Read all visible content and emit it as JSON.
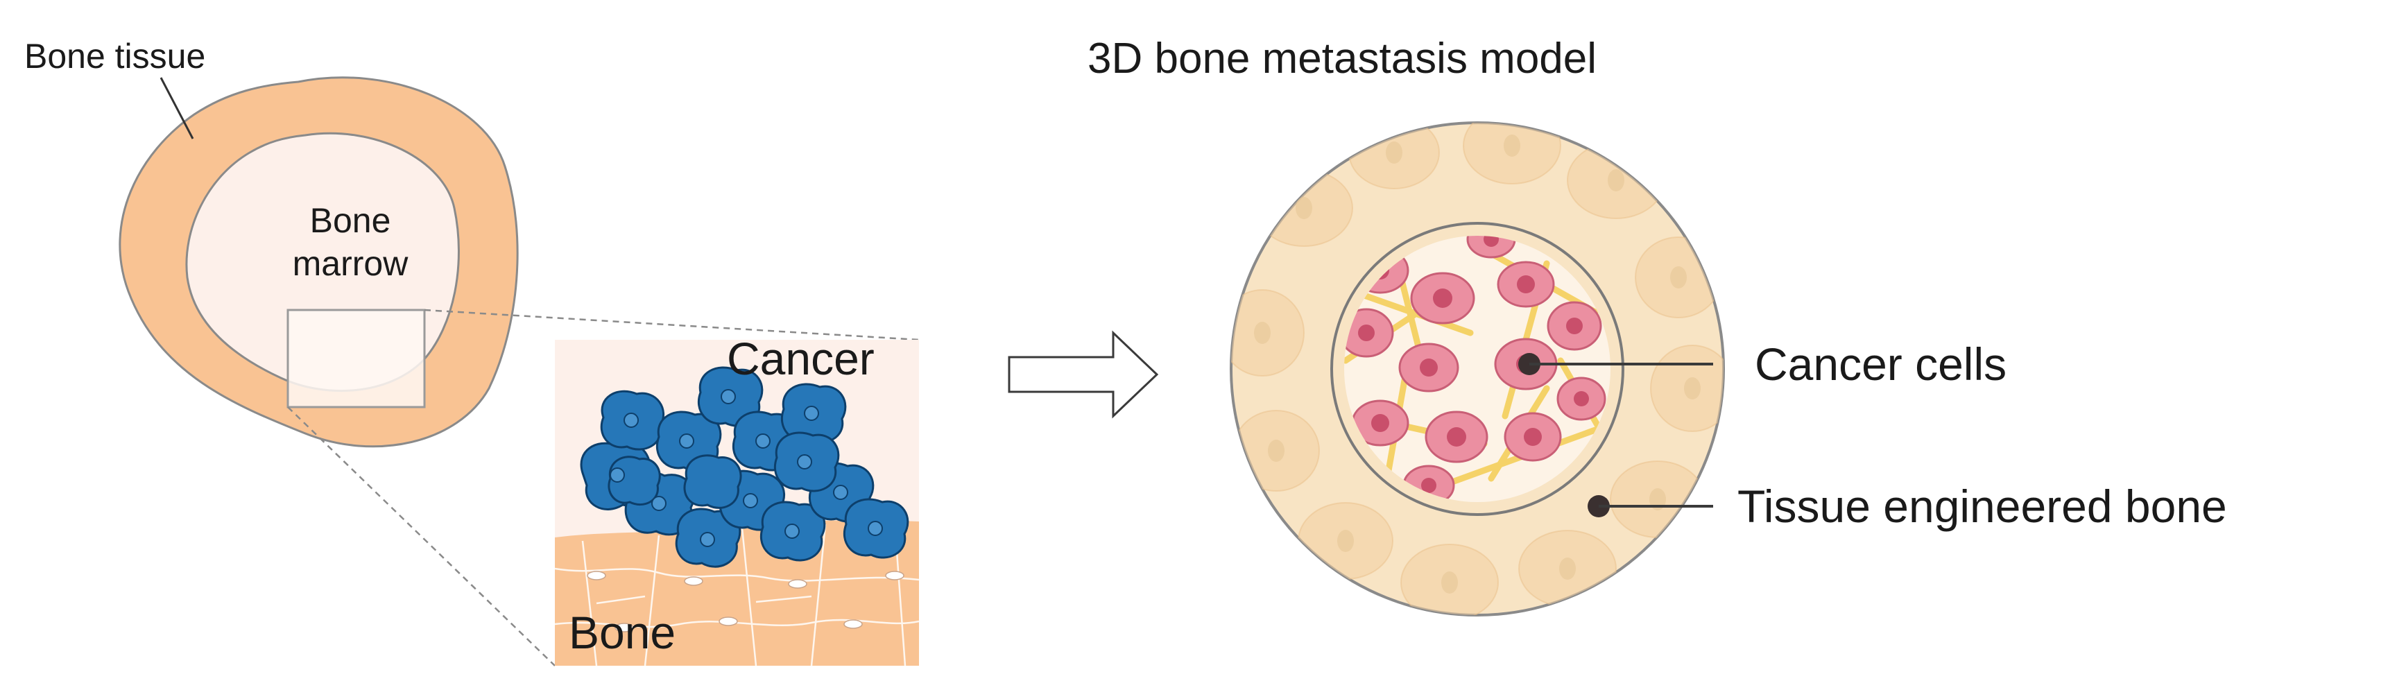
{
  "left_panel": {
    "bone_tissue_label": "Bone tissue",
    "marrow_label_line1": "Bone",
    "marrow_label_line2": "marrow",
    "inset": {
      "cancer_label": "Cancer",
      "bone_label": "Bone"
    }
  },
  "right_panel": {
    "title": "3D bone metastasis model",
    "callouts": {
      "cancer_cells": "Cancer cells",
      "engineered_bone": "Tissue engineered bone"
    }
  },
  "colors": {
    "bone_tissue": "#f9c393",
    "marrow": "#fdf0ea",
    "cancer_cells": "#2677b8",
    "cancer_cell_outline": "#0d3f6b",
    "engineered_bone": "#f8e4c4",
    "cancer_cells_pink": "#eb8fa1"
  }
}
